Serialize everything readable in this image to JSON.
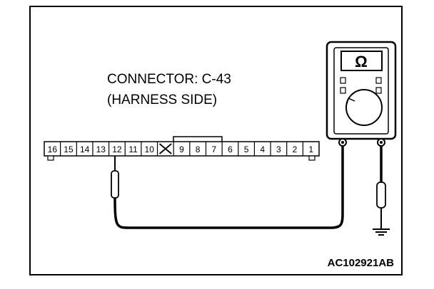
{
  "connector": {
    "title_line1": "CONNECTOR: C-43",
    "title_line2": "(HARNESS SIDE)",
    "pins": [
      "16",
      "15",
      "14",
      "13",
      "12",
      "11",
      "10",
      "",
      "9",
      "8",
      "7",
      "6",
      "5",
      "4",
      "3",
      "2",
      "1"
    ],
    "empty_pin_marker": "x-mark-icon",
    "probed_pin": "12"
  },
  "meter": {
    "symbol": "Ω",
    "icon": "ohmmeter-icon"
  },
  "ground": {
    "icon": "ground-symbol-icon"
  },
  "figure_code": "AC102921AB"
}
